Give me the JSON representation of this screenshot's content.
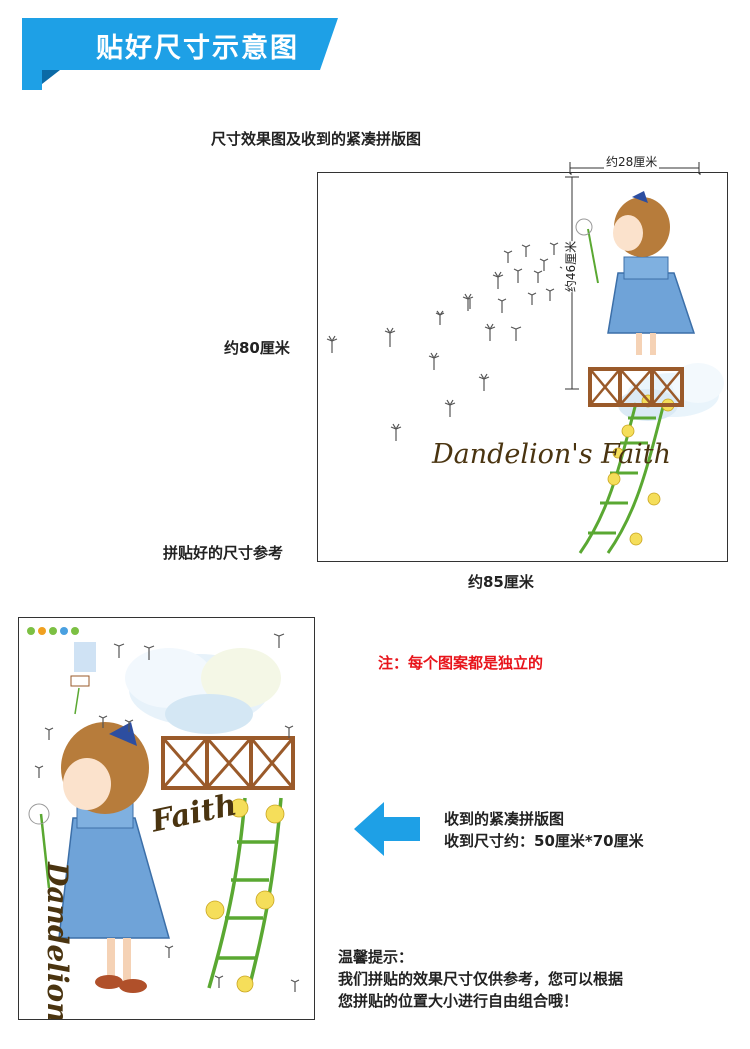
{
  "header": {
    "title": "贴好尺寸示意图"
  },
  "top_section": {
    "caption": "尺寸效果图及收到的紧凑拼版图",
    "height_label": "约80厘米",
    "width_label": "约85厘米",
    "reference_label": "拼贴好的尺寸参考",
    "girl_width_label": "约28厘米",
    "girl_height_label": "约46厘米",
    "artwork_text": "Dandelion's Faith"
  },
  "bottom_section": {
    "note": "注：每个图案都是独立的",
    "arrow_icon": "left-arrow-icon",
    "received_title": "收到的紧凑拼版图",
    "received_size": "收到尺寸约：50厘米*70厘米",
    "tip_title": "温馨提示：",
    "tip_line1": "我们拼贴的效果尺寸仅供参考，您可以根据",
    "tip_line2": "您拼贴的位置大小进行自由组合哦！",
    "sheet_text_faith": "Faith",
    "sheet_text_dandelions": "Dandelion's"
  },
  "colors": {
    "accent_blue": "#1ea0e6",
    "note_red": "#e8141b",
    "stem_green": "#5aa832",
    "fence_brown": "#9a5a2a",
    "dress_blue": "#6fa3d8"
  }
}
